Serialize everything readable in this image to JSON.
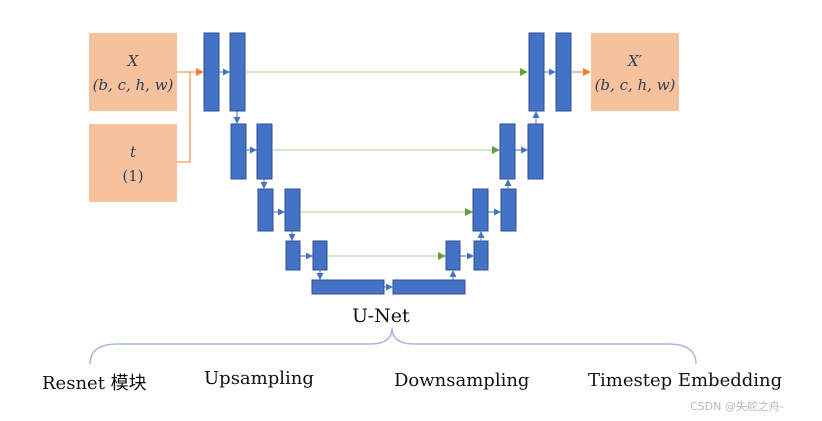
{
  "colors": {
    "block": "#4472c4",
    "block_border": "#2f4f8f",
    "input_box": "#f8c19e",
    "input_arrow": "#ed7d31",
    "skip_arrow": "#8bc06a",
    "down_arrow": "#4472c4",
    "brace": "#a9b8d8"
  },
  "input_x": {
    "symbol": "X",
    "shape": "(b, c, h, w)"
  },
  "input_t": {
    "symbol": "t",
    "shape": "(1)"
  },
  "output_x": {
    "symbol": "X′",
    "shape": "(b, c, h, w)"
  },
  "diagram_title": "U-Net",
  "components": {
    "resnet": "Resnet 模块",
    "upsampling": "Upsampling",
    "downsampling": "Downsampling",
    "timestep": "Timestep Embedding"
  },
  "watermark": "CSDN @失舵之舟-"
}
